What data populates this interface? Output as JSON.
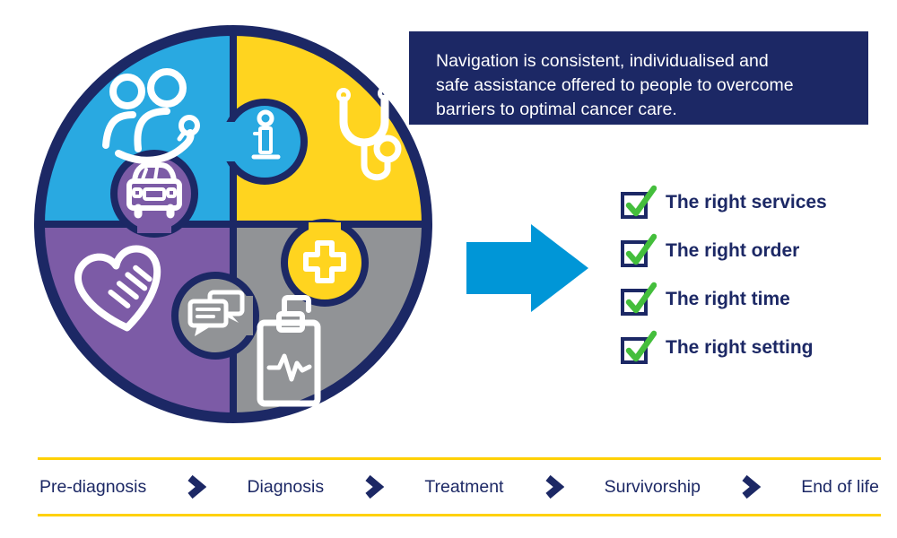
{
  "banner": {
    "bg_color": "#1C2865",
    "text_color": "#FFFFFF",
    "lines": [
      "Navigation is consistent, individualised and",
      "safe assistance offered to people to overcome",
      "barriers to optimal cancer care."
    ]
  },
  "puzzle": {
    "outline_color": "#1C2865",
    "quadrants": [
      {
        "id": "top-left",
        "color": "#29A9E1",
        "icon": "people-location-icon"
      },
      {
        "id": "top-right",
        "color": "#FFD41F",
        "icon": "stethoscope-icon"
      },
      {
        "id": "bottom-left",
        "color": "#7C5BA6",
        "icon": "handshake-icon"
      },
      {
        "id": "bottom-right",
        "color": "#919396",
        "icon": "clipboard-pulse-icon"
      }
    ],
    "knobs": [
      {
        "id": "information",
        "color": "#29A9E1",
        "icon": "info-icon"
      },
      {
        "id": "transport",
        "color": "#7C5BA6",
        "icon": "car-icon"
      },
      {
        "id": "medical",
        "color": "#FFD41F",
        "icon": "medical-cross-icon"
      },
      {
        "id": "communication",
        "color": "#919396",
        "icon": "chat-bubbles-icon"
      }
    ]
  },
  "arrow": {
    "color": "#0096D7"
  },
  "checklist": {
    "box_color": "#1C2865",
    "check_color": "#44BE3C",
    "text_color": "#1C2865",
    "items": [
      {
        "label": "The right services"
      },
      {
        "label": "The right order"
      },
      {
        "label": "The right time"
      },
      {
        "label": "The right setting"
      }
    ]
  },
  "timeline": {
    "line_color": "#FFD106",
    "text_color": "#1C2865",
    "chevron_color": "#1C2865",
    "stages": [
      "Pre-diagnosis",
      "Diagnosis",
      "Treatment",
      "Survivorship",
      "End of life"
    ]
  }
}
